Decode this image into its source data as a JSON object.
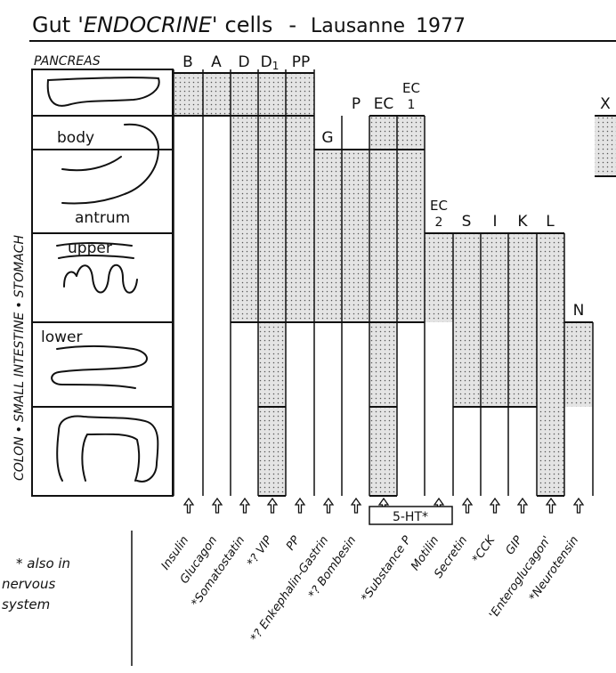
{
  "title": {
    "gut": "Gut",
    "endocrine": "'ENDOCRINE'",
    "cells": "cells",
    "dash": "-",
    "place": "Lausanne",
    "year": "1977"
  },
  "organs": {
    "pancreas": "PANCREAS",
    "stomach": "STOMACH",
    "small_intestine": "SMALL INTESTINE",
    "colon": "COLON",
    "bullet": "•",
    "body": "body",
    "antrum": "antrum",
    "upper": "upper",
    "lower": "lower"
  },
  "cell_types": [
    {
      "label": "B"
    },
    {
      "label": "A"
    },
    {
      "label": "D"
    },
    {
      "label": "D",
      "sub": "1"
    },
    {
      "label": "PP"
    },
    {
      "label": "X"
    },
    {
      "label": "G"
    },
    {
      "label": "P"
    },
    {
      "label": "EC"
    },
    {
      "label": "EC",
      "sub": "1"
    },
    {
      "label": "EC",
      "sub": "2"
    },
    {
      "label": "S"
    },
    {
      "label": "I"
    },
    {
      "label": "K"
    },
    {
      "label": "L"
    },
    {
      "label": "N"
    }
  ],
  "serotonin_label": "5-HT*",
  "hormones": [
    "Insulin",
    "Glucagon",
    "*Somatostatin",
    "*? VIP",
    "PP",
    "*? Enkephalin-Gastrin",
    "*? Bombesin",
    "*Substance P",
    "Motilin",
    "Secretin",
    "*CCK",
    "GIP",
    "'Enteroglucagon'",
    "*Neurotensin"
  ],
  "footnote": [
    "* also in",
    "nervous",
    "system"
  ],
  "colors": {
    "ink": "#111111",
    "fill": "#e4e4e4",
    "dot": "#555555",
    "background": "#ffffff"
  }
}
